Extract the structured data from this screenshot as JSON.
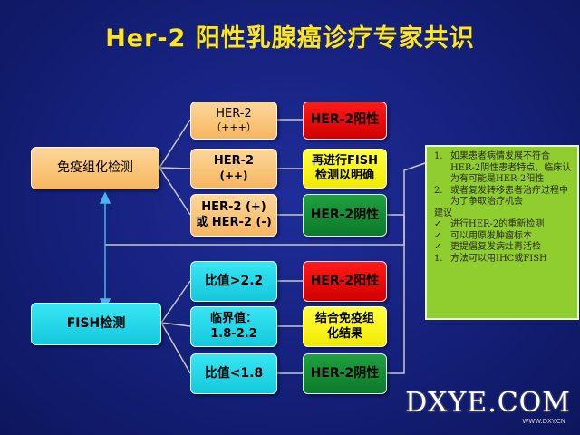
{
  "title": "Her-2 阳性乳腺癌诊疗专家共识",
  "ihc": {
    "label": "免疫组化检测",
    "results": [
      {
        "lines": [
          "HER-2",
          "（+++）"
        ]
      },
      {
        "lines": [
          "HER-2",
          "(++)"
        ]
      },
      {
        "lines": [
          "HER-2 (+)",
          "或 HER-2 (-)"
        ]
      }
    ],
    "outcomes": [
      {
        "lines": [
          "HER-2阳性"
        ]
      },
      {
        "lines": [
          "再进行FISH",
          "检测以明确"
        ]
      },
      {
        "lines": [
          "HER-2阴性"
        ]
      }
    ]
  },
  "fish": {
    "label": "FISH检测",
    "results": [
      {
        "lines": [
          "比值>2.2"
        ]
      },
      {
        "lines": [
          "临界值：",
          "1.8-2.2"
        ]
      },
      {
        "lines": [
          "比值<1.8"
        ]
      }
    ],
    "outcomes": [
      {
        "lines": [
          "HER-2阳性"
        ]
      },
      {
        "lines": [
          "结合免疫组",
          "化结果"
        ]
      },
      {
        "lines": [
          "HER-2阴性"
        ]
      }
    ]
  },
  "note": {
    "items": [
      {
        "marker": "1.",
        "text": "如果患者病情发展不符合HER-2阴性患者特点，临床认为有可能是HER-2阳性"
      },
      {
        "marker": "2.",
        "text": "或者复发转移患者治疗过程中为了争取治疗机会"
      }
    ],
    "heading": "建议",
    "checks": [
      {
        "marker": "✓",
        "text": "进行HER-2的重新检测"
      },
      {
        "marker": "✓",
        "text": "可以用原发肿瘤标本"
      },
      {
        "marker": "✓",
        "text": "更提倡复发病灶再活检"
      },
      {
        "marker": "1.",
        "text": "方法可以用IHC或FISH"
      }
    ]
  },
  "watermark": {
    "main": "DXYE.COM",
    "sub": "WWW.DXY.CN"
  },
  "colors": {
    "title": "#ffe619",
    "orange": "#f7b660",
    "red": "#e00000",
    "yellow": "#f5ee00",
    "green": "#12873a",
    "cyan": "#20d2e6",
    "note": "#8fce2e"
  }
}
